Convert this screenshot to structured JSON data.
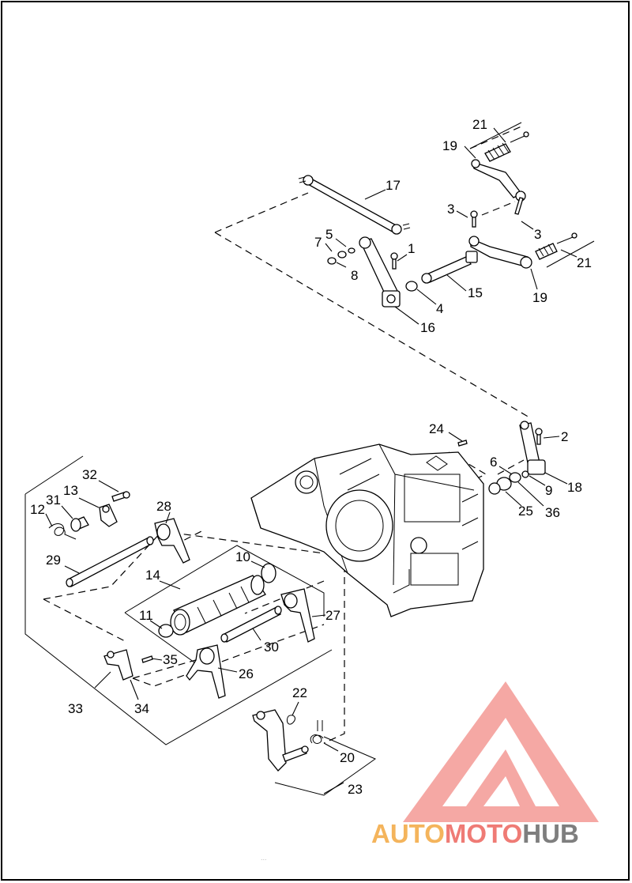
{
  "diagram": {
    "callouts": [
      "21",
      "19",
      "17",
      "5",
      "7",
      "1",
      "3",
      "3",
      "8",
      "15",
      "4",
      "21",
      "19",
      "16",
      "24",
      "2",
      "6",
      "18",
      "9",
      "25",
      "36",
      "32",
      "13",
      "28",
      "31",
      "12",
      "10",
      "29",
      "14",
      "11",
      "27",
      "30",
      "35",
      "26",
      "33",
      "34",
      "22",
      "20",
      "23"
    ]
  },
  "watermark": {
    "part1": "AUTO",
    "part2": "MOTO",
    "part3": "HUB",
    "colors": {
      "part1": "#f4b45c",
      "part2": "#ef7b75",
      "part3": "#7e7e7e",
      "logo": "#f28b86"
    }
  },
  "footnote": "..."
}
